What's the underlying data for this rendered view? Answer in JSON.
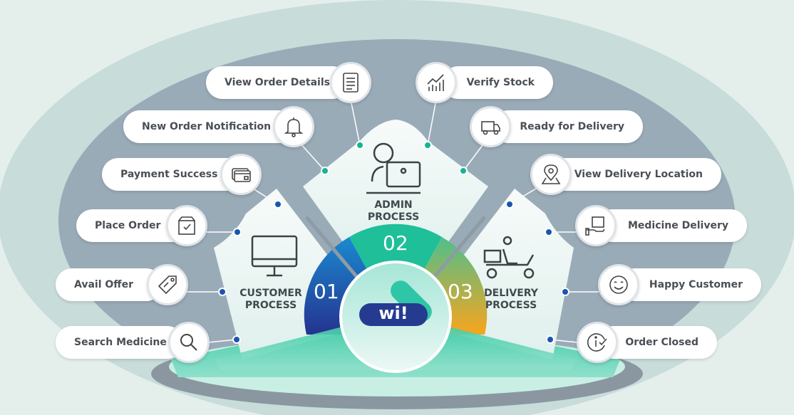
{
  "title": "Medicine delivery app workflow",
  "colors": {
    "background": "#e4efec",
    "outer_ring": "#c8dcda",
    "inner_ring": "#9aabb8",
    "teal": "#1fbf99",
    "blue": "#1f5fb8",
    "orange": "#f5a623",
    "dot_blue": "#1a56b0",
    "dot_teal": "#16b493"
  },
  "processes": [
    {
      "number": "01",
      "label_line1": "CUSTOMER",
      "label_line2": "PROCESS",
      "icon": "monitor-icon"
    },
    {
      "number": "02",
      "label_line1": "ADMIN",
      "label_line2": "PROCESS",
      "icon": "admin-computer-icon"
    },
    {
      "number": "03",
      "label_line1": "DELIVERY",
      "label_line2": "PROCESS",
      "icon": "delivery-scooter-icon"
    }
  ],
  "logo_text": "wi!",
  "left_steps": [
    {
      "label": "View Order Details",
      "icon": "document-list-icon"
    },
    {
      "label": "New Order Notification",
      "icon": "bell-icon"
    },
    {
      "label": "Payment Success",
      "icon": "credit-card-icon"
    },
    {
      "label": "Place Order",
      "icon": "box-check-icon"
    },
    {
      "label": "Avail Offer",
      "icon": "discount-tag-icon"
    },
    {
      "label": "Search Medicine",
      "icon": "search-icon"
    }
  ],
  "right_steps": [
    {
      "label": "Verify Stock",
      "icon": "chart-up-icon"
    },
    {
      "label": "Ready for Delivery",
      "icon": "truck-icon"
    },
    {
      "label": "View Delivery Location",
      "icon": "map-pin-icon"
    },
    {
      "label": "Medicine Delivery",
      "icon": "package-hand-icon"
    },
    {
      "label": "Happy Customer",
      "icon": "smile-icon"
    },
    {
      "label": "Order Closed",
      "icon": "info-check-icon"
    }
  ]
}
